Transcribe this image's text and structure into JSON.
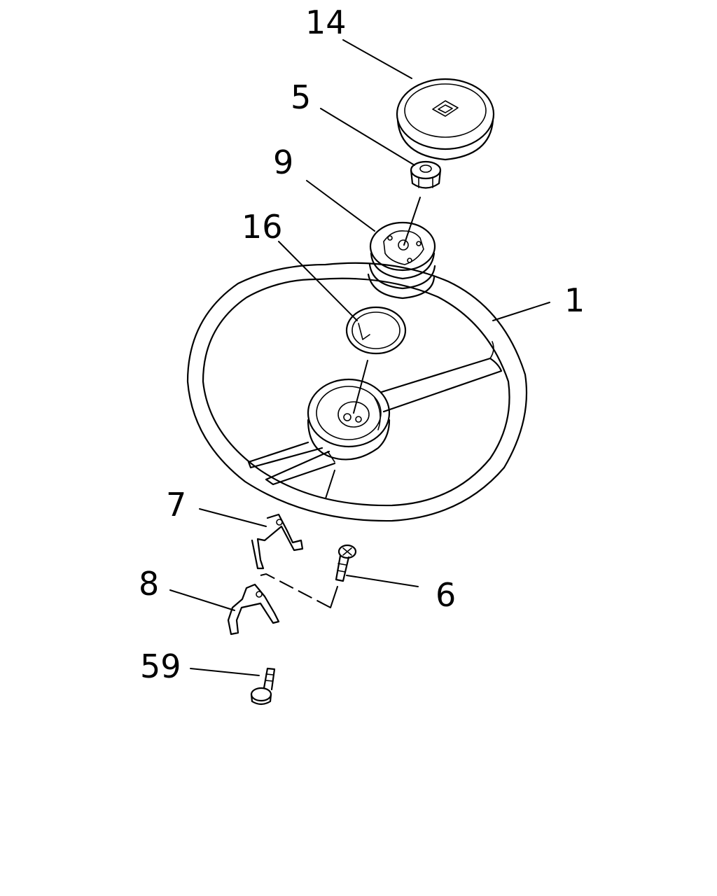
{
  "callouts": {
    "c14": "14",
    "c5": "5",
    "c9": "9",
    "c16": "16",
    "c1": "1",
    "c7": "7",
    "c8": "8",
    "c6": "6",
    "c59": "59"
  }
}
